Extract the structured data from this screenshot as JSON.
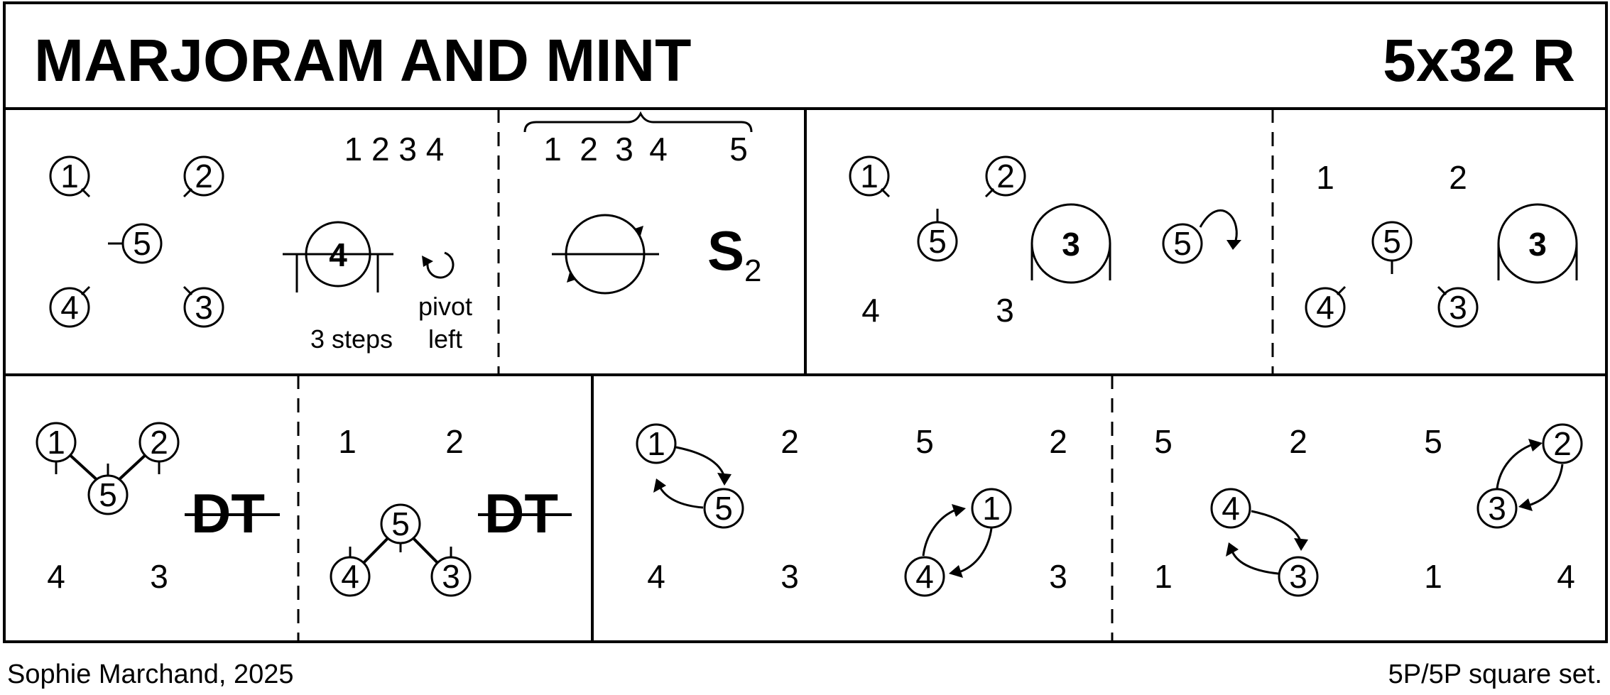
{
  "title": "MARJORAM AND MINT",
  "format": "5x32 R",
  "footer": {
    "author": "Sophie Marchand, 2025",
    "set": "5P/5P  square set."
  },
  "figures": {
    "f1": {
      "couples": [
        "1",
        "2",
        "5",
        "4",
        "3"
      ],
      "top_numbers": "1 2 3 4",
      "circle_label": "4",
      "steps_label": "3 steps",
      "pivot_label_1": "pivot",
      "pivot_label_2": "left"
    },
    "f2": {
      "numbers": [
        "1",
        "2",
        "3",
        "4",
        "5"
      ],
      "symbol": "S",
      "symbol_sub": "2"
    },
    "f3": {
      "couples": [
        "1",
        "2",
        "5",
        "4",
        "3"
      ],
      "circle_label": "3",
      "moving": "5"
    },
    "f4": {
      "couples": [
        "1",
        "2",
        "5",
        "4",
        "3"
      ],
      "circle_label": "3"
    },
    "f5": {
      "couples": [
        "1",
        "2",
        "5",
        "4",
        "3"
      ],
      "symbol": "DT"
    },
    "f6": {
      "couples": [
        "1",
        "2",
        "5",
        "4",
        "3"
      ],
      "symbol": "DT"
    },
    "f7": {
      "left": [
        "1",
        "2",
        "5",
        "4",
        "3"
      ],
      "right": [
        "5",
        "2",
        "1",
        "4",
        "3"
      ]
    },
    "f8": {
      "left": [
        "5",
        "2",
        "4",
        "1",
        "3"
      ],
      "right": [
        "5",
        "2",
        "3",
        "1",
        "4"
      ]
    }
  }
}
